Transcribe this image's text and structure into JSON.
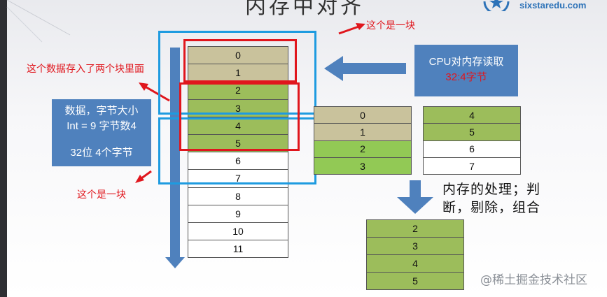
{
  "header": {
    "title": "内存中对齐",
    "brand": "sixstaredu.com"
  },
  "main_column": [
    "0",
    "1",
    "2",
    "3",
    "4",
    "5",
    "6",
    "7",
    "8",
    "9",
    "10",
    "11"
  ],
  "cpu_box": {
    "line1": "CPU对内存读取",
    "line2": "32:4字节"
  },
  "data_box": {
    "line1": "数据，字节大小",
    "line2": "Int = 9 字节数4",
    "line3": "32位 4个字节"
  },
  "labels": {
    "block_top": "这个是一块",
    "block_bottom": "这个是一块",
    "stored_two": "这个数据存入了两个块里面"
  },
  "block_a": [
    "0",
    "1",
    "2",
    "3"
  ],
  "block_b": [
    "4",
    "5",
    "6",
    "7"
  ],
  "processing": {
    "line1": "内存的处理；判",
    "line2": "断，剔除，组合"
  },
  "result_column": [
    "2",
    "3",
    "4",
    "5"
  ],
  "watermark": "@稀土掘金技术社区",
  "colors": {
    "tan": "#c9c29c",
    "olive": "#9cbd5b",
    "bright_green": "#92c955",
    "accent_blue": "#4f81bd",
    "highlight_red": "#e0161d",
    "highlight_cyan": "#1e9be0"
  }
}
